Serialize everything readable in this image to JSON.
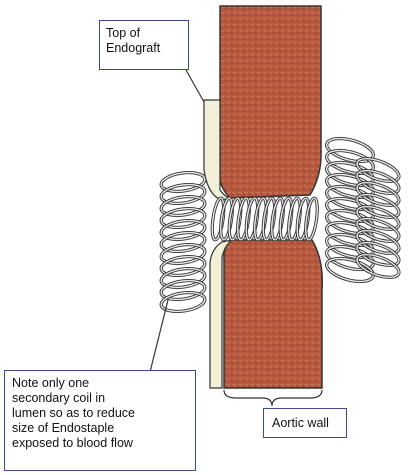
{
  "labels": {
    "top_of_endograft": [
      "Top of",
      "Endograft"
    ],
    "note": [
      "Note only one",
      "secondary coil in",
      "lumen so as to reduce",
      "size of Endostaple",
      "exposed to blood flow"
    ],
    "aortic_wall": "Aortic wall"
  },
  "colors": {
    "aortic_wall_fill": "#b5573f",
    "aortic_wall_speckle": "#c98a5a",
    "endograft_fill": "#f2f0d8",
    "coil_dark": "#555555",
    "coil_light": "#dddddd",
    "callout_border": "#3a4a8a"
  },
  "coil": {
    "secondary_coils_in_lumen": 1
  }
}
